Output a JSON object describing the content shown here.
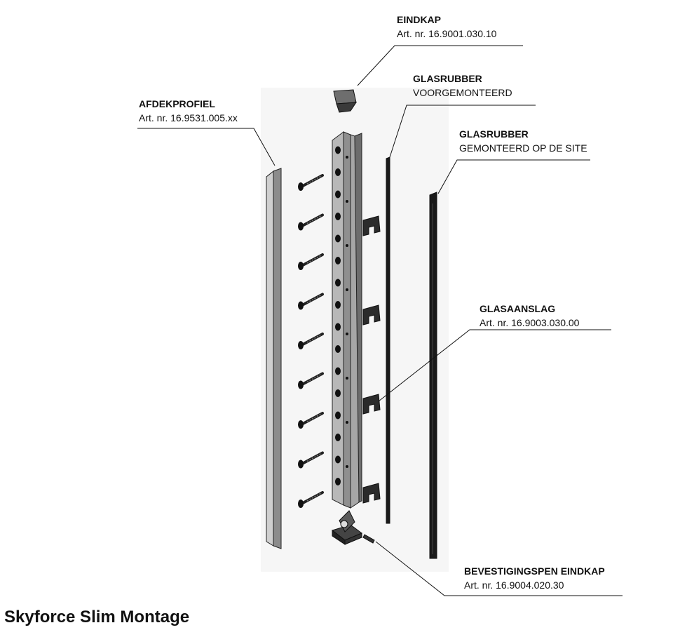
{
  "title": "Skyforce Slim Montage",
  "callouts": {
    "eindkap": {
      "title": "EINDKAP",
      "sub": "Art. nr. 16.9001.030.10"
    },
    "afdekprofiel": {
      "title": "AFDEKPROFIEL",
      "sub": "Art. nr. 16.9531.005.xx"
    },
    "glasrubber_voor": {
      "title": "GLASRUBBER",
      "sub": "VOORGEMONTEERD"
    },
    "glasrubber_site": {
      "title": "GLASRUBBER",
      "sub": "GEMONTEERD OP DE SITE"
    },
    "glasaanslag": {
      "title": "GLASAANSLAG",
      "sub": "Art. nr. 16.9003.030.00"
    },
    "bevestigingspen": {
      "title": "BEVESTIGINGSPEN EINDKAP",
      "sub": "Art. nr. 16.9004.020.30"
    }
  },
  "part_counts": {
    "screws": 9,
    "glass_stops": 4
  },
  "colors": {
    "line": "#111111",
    "profile_fill": "#8c8c8c",
    "rail_fill": "#9a9a9a",
    "background": "#ffffff"
  }
}
